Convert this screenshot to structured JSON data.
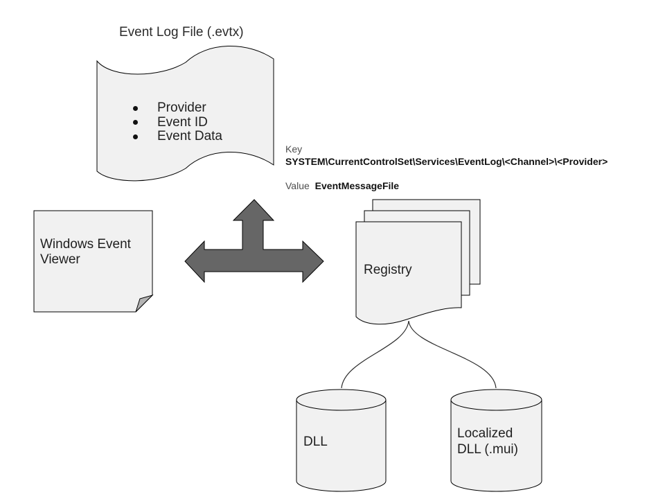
{
  "diagram": {
    "title": "Event Log File (.evtx)",
    "event_log": {
      "items": [
        "Provider",
        "Event ID",
        "Event Data"
      ]
    },
    "registry_key": {
      "key_label": "Key",
      "key_path": "SYSTEM\\CurrentControlSet\\Services\\EventLog\\<Channel>\\<Provider>",
      "value_label": "Value",
      "value_name": "EventMessageFile"
    },
    "viewer": {
      "label": "Windows Event Viewer"
    },
    "registry": {
      "label": "Registry"
    },
    "dll": {
      "label": "DLL"
    },
    "localized_dll": {
      "label": "Localized DLL (.mui)"
    },
    "colors": {
      "shape_fill": "#f1f1f1",
      "shape_stroke": "#000000",
      "arrow_fill": "#666666",
      "fold_fill": "#b3b3b3",
      "connector_stroke": "#2b2b2b",
      "muted_text": "#4d4d4d",
      "text": "#1f1f1f"
    }
  }
}
